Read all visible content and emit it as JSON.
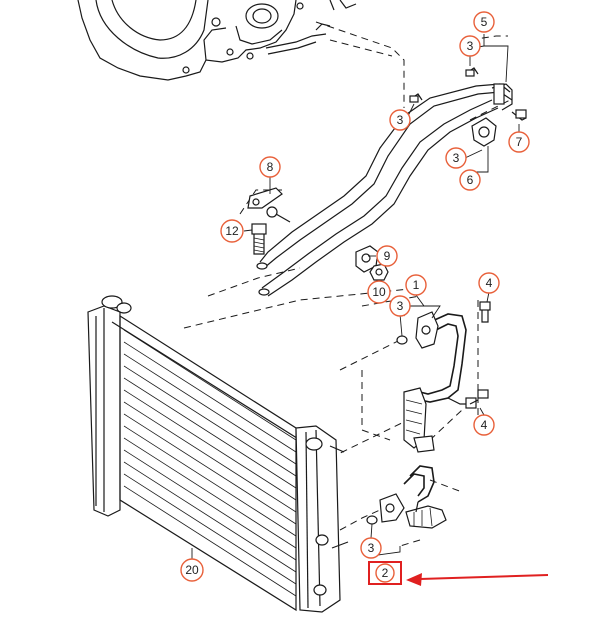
{
  "diagram": {
    "callouts": [
      {
        "id": "c5",
        "label": "5"
      },
      {
        "id": "c3a",
        "label": "3"
      },
      {
        "id": "c3b",
        "label": "3"
      },
      {
        "id": "c7",
        "label": "7"
      },
      {
        "id": "c3c",
        "label": "3"
      },
      {
        "id": "c6",
        "label": "6"
      },
      {
        "id": "c8",
        "label": "8"
      },
      {
        "id": "c12",
        "label": "12"
      },
      {
        "id": "c9",
        "label": "9"
      },
      {
        "id": "c10",
        "label": "10"
      },
      {
        "id": "c1",
        "label": "1"
      },
      {
        "id": "c4a",
        "label": "4"
      },
      {
        "id": "c3d",
        "label": "3"
      },
      {
        "id": "c4b",
        "label": "4"
      },
      {
        "id": "c3e",
        "label": "3"
      },
      {
        "id": "c20",
        "label": "20"
      }
    ],
    "highlight": {
      "label": "2",
      "border_color": "#e02020"
    },
    "arrow_color": "#e02020",
    "callout_border_color": "#e8603a"
  }
}
